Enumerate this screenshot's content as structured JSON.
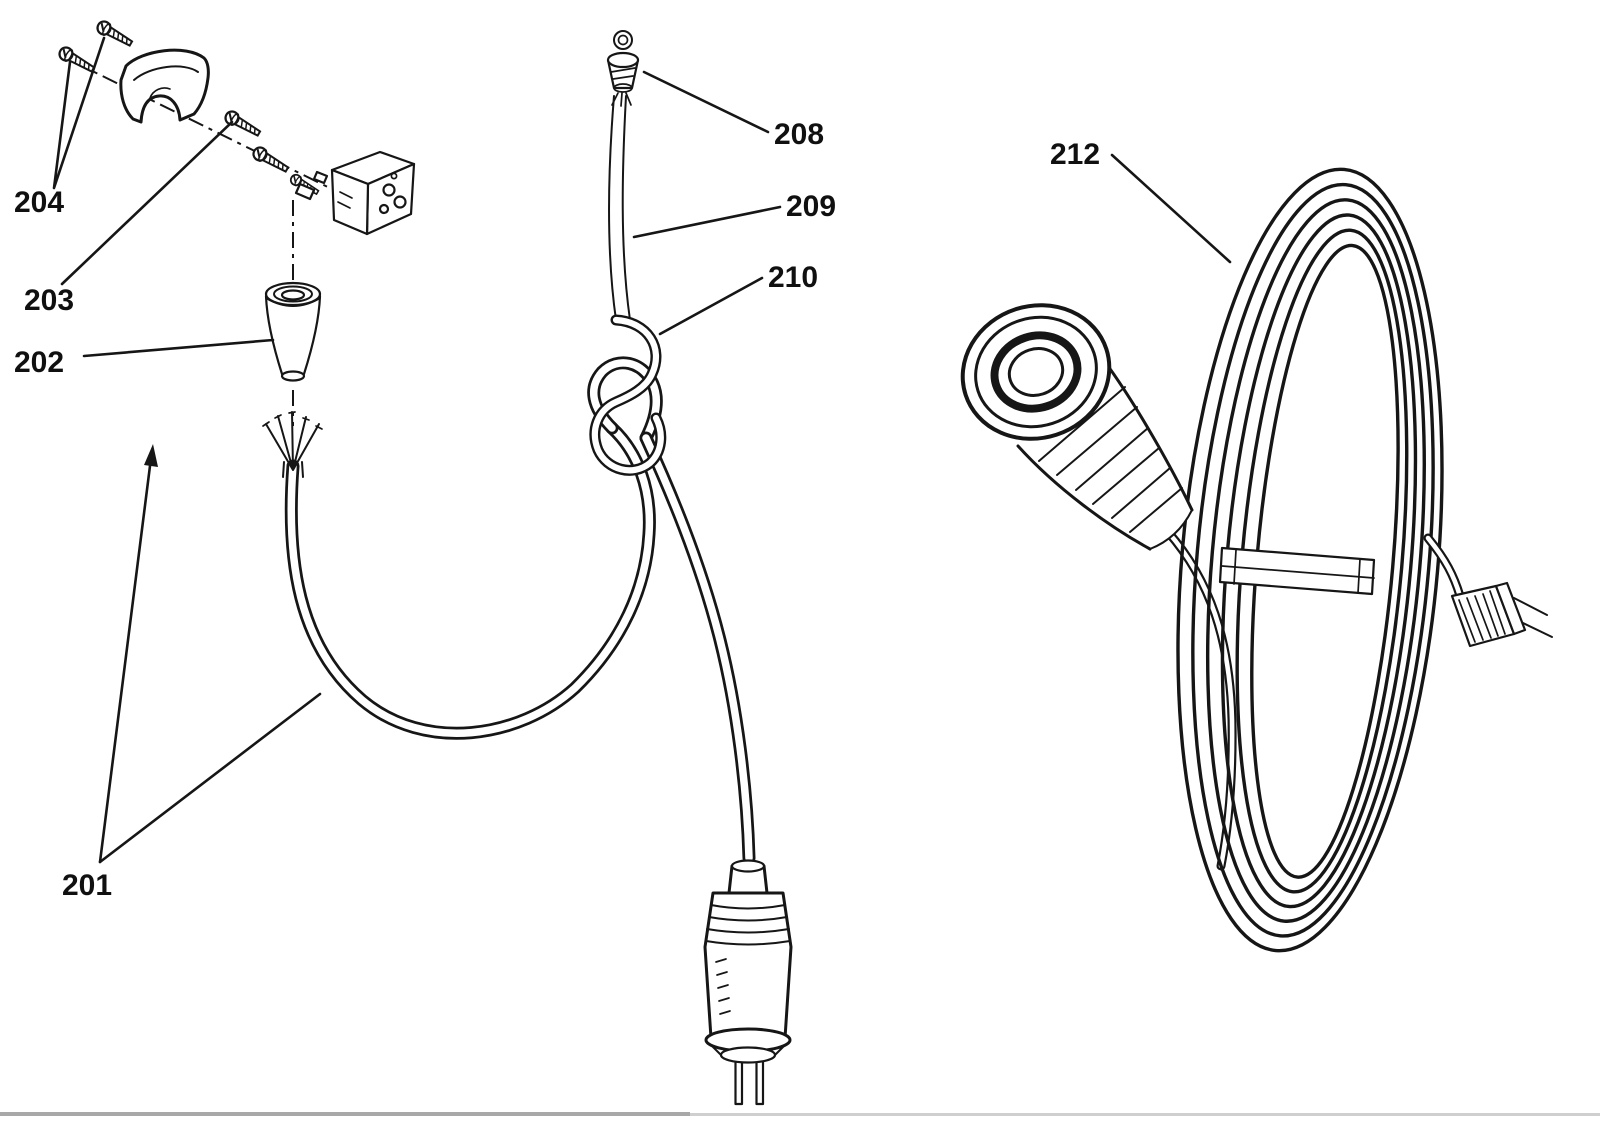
{
  "figure": {
    "type": "exploded-parts-diagram",
    "background_color": "#ffffff",
    "line_color": "#161616"
  },
  "labels": {
    "p201": "201",
    "p202": "202",
    "p203": "203",
    "p204": "204",
    "p208": "208",
    "p209": "209",
    "p210": "210",
    "p212": "212"
  }
}
